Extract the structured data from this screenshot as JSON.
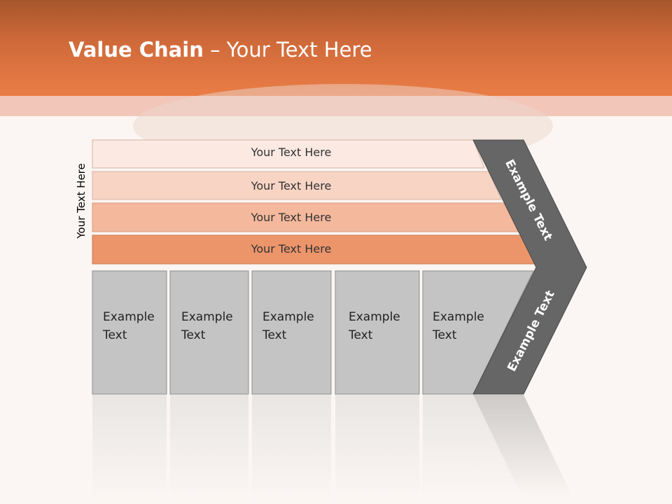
{
  "header": {
    "title_bold": "Value Chain",
    "title_rest": " – Your Text Here"
  },
  "side_label": "Your Text Here",
  "support_bars": [
    {
      "label": "Your Text Here",
      "color": "#fbe9e2"
    },
    {
      "label": "Your Text Here",
      "color": "#f8d4c4"
    },
    {
      "label": "Your Text Here",
      "color": "#f4b89c"
    },
    {
      "label": "Your Text Here",
      "color": "#ec956b"
    }
  ],
  "primary_columns": [
    {
      "line1": "Example",
      "line2": "Text"
    },
    {
      "line1": "Example",
      "line2": "Text"
    },
    {
      "line1": "Example",
      "line2": "Text"
    },
    {
      "line1": "Example",
      "line2": "Text"
    },
    {
      "line1": "Example",
      "line2": "Text"
    }
  ],
  "margin_chevron": {
    "upper_label": "Example Text",
    "lower_label": "Example Text",
    "color": "#666666"
  },
  "colors": {
    "header": "#e07440",
    "column_fill": "#c4c4c4"
  }
}
